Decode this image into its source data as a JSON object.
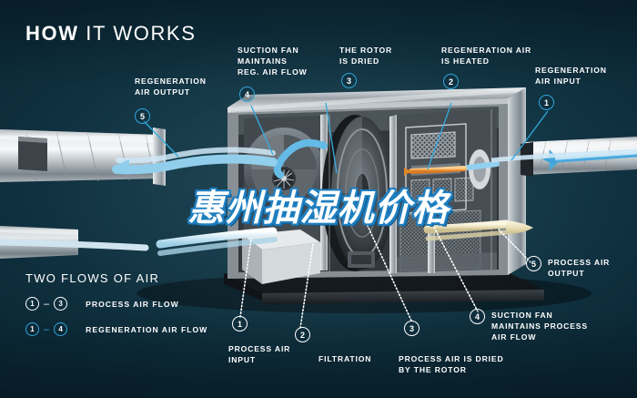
{
  "title": {
    "bold": "HOW",
    "light": "IT WORKS"
  },
  "watermark": "惠州抽湿机价格",
  "colors": {
    "accent": "#2fa8dd",
    "background": "#0c2a38",
    "text": "#ffffff",
    "heat": "#e8842a"
  },
  "callouts": {
    "top": [
      {
        "num": "5",
        "marker_style": "cyan",
        "label": "REGENERATION\nAIR OUTPUT",
        "line1": "REGENERATION",
        "line2": "AIR OUTPUT"
      },
      {
        "num": "4",
        "marker_style": "cyan",
        "label": "SUCTION FAN MAINTAINS REG. AIR FLOW",
        "line1": "SUCTION FAN",
        "line2": "MAINTAINS",
        "line3": "REG. AIR FLOW"
      },
      {
        "num": "3",
        "marker_style": "cyan",
        "label": "THE ROTOR IS DRIED",
        "line1": "THE ROTOR",
        "line2": "IS DRIED"
      },
      {
        "num": "2",
        "marker_style": "cyan",
        "label": "REGENERATION AIR IS HEATED",
        "line1": "REGENERATION AIR",
        "line2": "IS HEATED"
      },
      {
        "num": "1",
        "marker_style": "cyan",
        "label": "REGENERATION AIR INPUT",
        "line1": "REGENERATION",
        "line2": "AIR INPUT"
      }
    ],
    "bottom": [
      {
        "num": "1",
        "marker_style": "white",
        "line1": "PROCESS AIR",
        "line2": "INPUT"
      },
      {
        "num": "2",
        "marker_style": "white",
        "line1": "FILTRATION"
      },
      {
        "num": "3",
        "marker_style": "white",
        "line1": "PROCESS AIR IS DRIED",
        "line2": "BY THE ROTOR"
      },
      {
        "num": "4",
        "marker_style": "white",
        "line1": "SUCTION FAN",
        "line2": "MAINTAINS PROCESS",
        "line3": "AIR FLOW"
      },
      {
        "num": "5",
        "marker_style": "white",
        "line1": "PROCESS AIR",
        "line2": "OUTPUT"
      }
    ]
  },
  "legend": {
    "heading": "TWO FLOWS OF AIR",
    "rows": [
      {
        "from": "1",
        "to": "3",
        "dash": "–",
        "label": "PROCESS AIR FLOW",
        "style": "white"
      },
      {
        "from": "1",
        "to": "4",
        "dash": "–",
        "label": "REGENERATION AIR FLOW",
        "style": "cyan"
      }
    ]
  }
}
